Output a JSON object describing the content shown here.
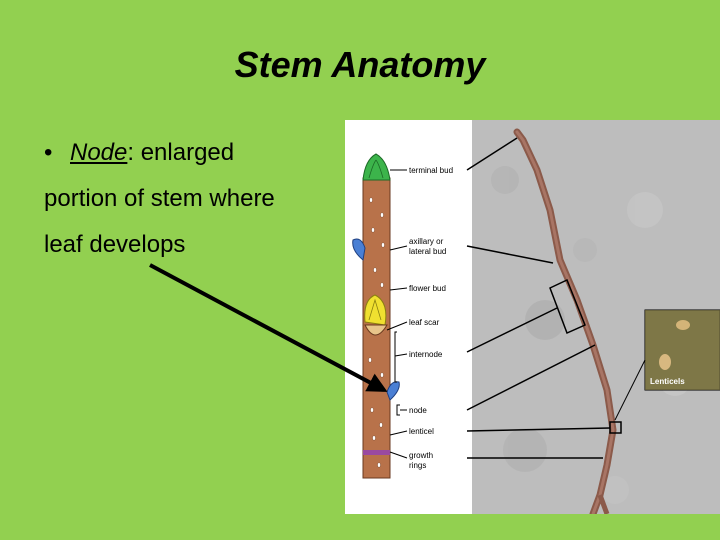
{
  "slide": {
    "title": "Stem Anatomy",
    "bullet": {
      "term": "Node",
      "line1_rest": ": enlarged",
      "line2": "portion of stem where",
      "line3": "leaf develops"
    }
  },
  "figure": {
    "labels": {
      "terminal_bud": "terminal bud",
      "axillary_1": "axillary or",
      "axillary_2": "lateral bud",
      "flower_bud": "flower bud",
      "leaf_scar": "leaf scar",
      "internode": "internode",
      "node": "node",
      "lenticel": "lenticel",
      "growth_1": "growth",
      "growth_2": "rings",
      "inset": "Lenticels"
    }
  },
  "colors": {
    "background": "#92d050",
    "stem": "#b8724a",
    "bud_green": "#3cb44b",
    "bud_blue": "#4a7fd4",
    "bud_yellow": "#f0e030",
    "photo_bg": "#bdbdbd"
  }
}
